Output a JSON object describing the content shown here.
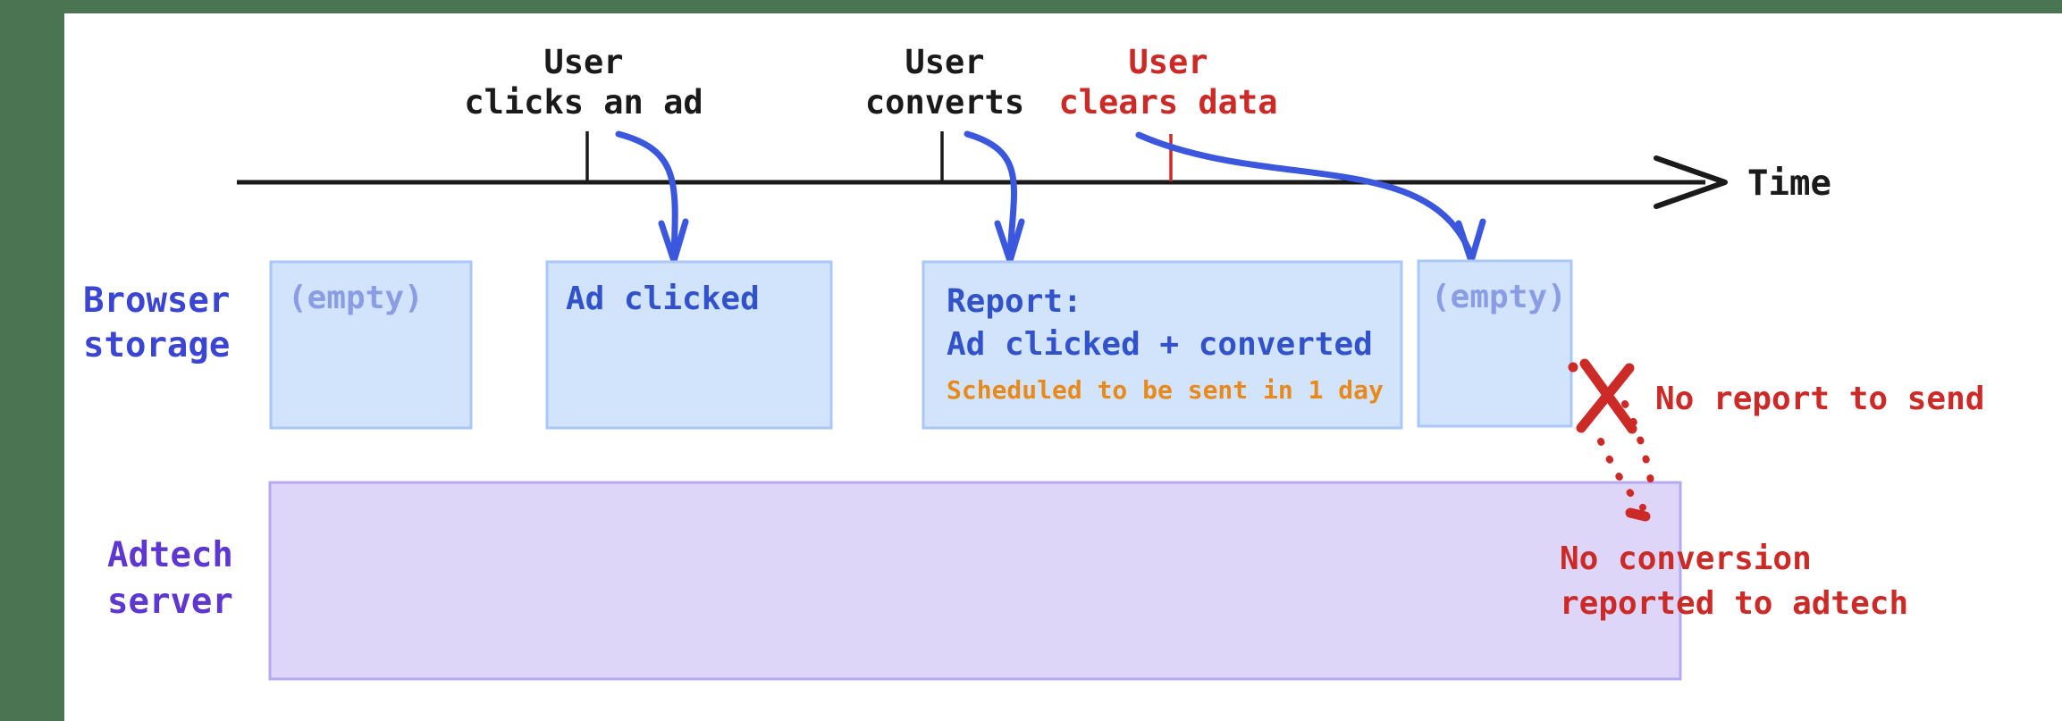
{
  "frame": {
    "background_color": "#4a7452",
    "canvas_color": "#ffffff"
  },
  "timeline": {
    "time_label": "Time",
    "axis_color": "#1a1a1a",
    "events": [
      {
        "id": "click",
        "line1": "User",
        "line2": "clicks an ad",
        "color": "#1a1a1a"
      },
      {
        "id": "convert",
        "line1": "User",
        "line2": "converts",
        "color": "#1a1a1a"
      },
      {
        "id": "clear",
        "line1": "User",
        "line2": "clears data",
        "color": "#cc2a26"
      }
    ]
  },
  "lanes": {
    "browser_storage": {
      "line1": "Browser",
      "line2": "storage",
      "color": "#3a46d3"
    },
    "adtech_server": {
      "line1": "Adtech",
      "line2": "server",
      "color": "#5e36d0",
      "box_fill": "#ddd6f8",
      "box_border": "#b9a9f0"
    }
  },
  "storage_boxes": {
    "fill": "#d2e3fc",
    "border": "#abc7f8",
    "empty_text_color": "#8a9ce4",
    "text_color": "#3152cb",
    "note_color": "#e8891c",
    "box1": {
      "text": "(empty)"
    },
    "box2": {
      "text": "Ad clicked"
    },
    "box3": {
      "line1": "Report:",
      "line2": "Ad clicked + converted",
      "note": "Scheduled to be sent in 1 day"
    },
    "box4": {
      "text": "(empty)"
    }
  },
  "arrows": {
    "color": "#3b57de"
  },
  "annotations": {
    "color": "#cc2a26",
    "no_report": "No report to send",
    "no_conversion_line1": "No conversion",
    "no_conversion_line2": "reported to adtech"
  }
}
